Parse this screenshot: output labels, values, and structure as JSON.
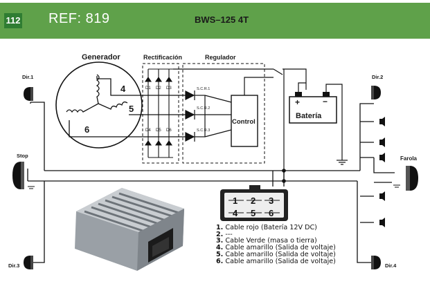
{
  "header": {
    "page_number": "112",
    "ref": "REF: 819",
    "model": "BWS–125 4T"
  },
  "sections": {
    "generator": "Generador",
    "rectification": "Rectificación",
    "regulator": "Regulador"
  },
  "generator_wires": [
    "4",
    "5",
    "6"
  ],
  "diodes": [
    "D1",
    "D2",
    "D3",
    "D4",
    "D5",
    "D6"
  ],
  "scr": [
    "S.C.R.1",
    "S.C.R.2",
    "S.C.R.3"
  ],
  "control_label": "Control",
  "battery": {
    "label": "Batería",
    "plus": "+",
    "minus": "−"
  },
  "components": {
    "dir1": "Dir.1",
    "dir2": "Dir.2",
    "dir3": "Dir.3",
    "dir4": "Dir.4",
    "stop": "Stop",
    "farola": "Farola"
  },
  "connector_pins": [
    "1",
    "2",
    "3",
    "4",
    "5",
    "6"
  ],
  "legend": [
    {
      "num": "1.",
      "text": " Cable rojo (Batería 12V  DC)"
    },
    {
      "num": "2.",
      "text": " ---"
    },
    {
      "num": "3.",
      "text": " Cable Verde (masa o tierra)"
    },
    {
      "num": "4.",
      "text": " Cable amarillo (Salida de voltaje)"
    },
    {
      "num": "5.",
      "text": " Cable amarillo (Salida de voltaje)"
    },
    {
      "num": "6.",
      "text": " Cable amarillo (Salida de voltaje)"
    }
  ]
}
